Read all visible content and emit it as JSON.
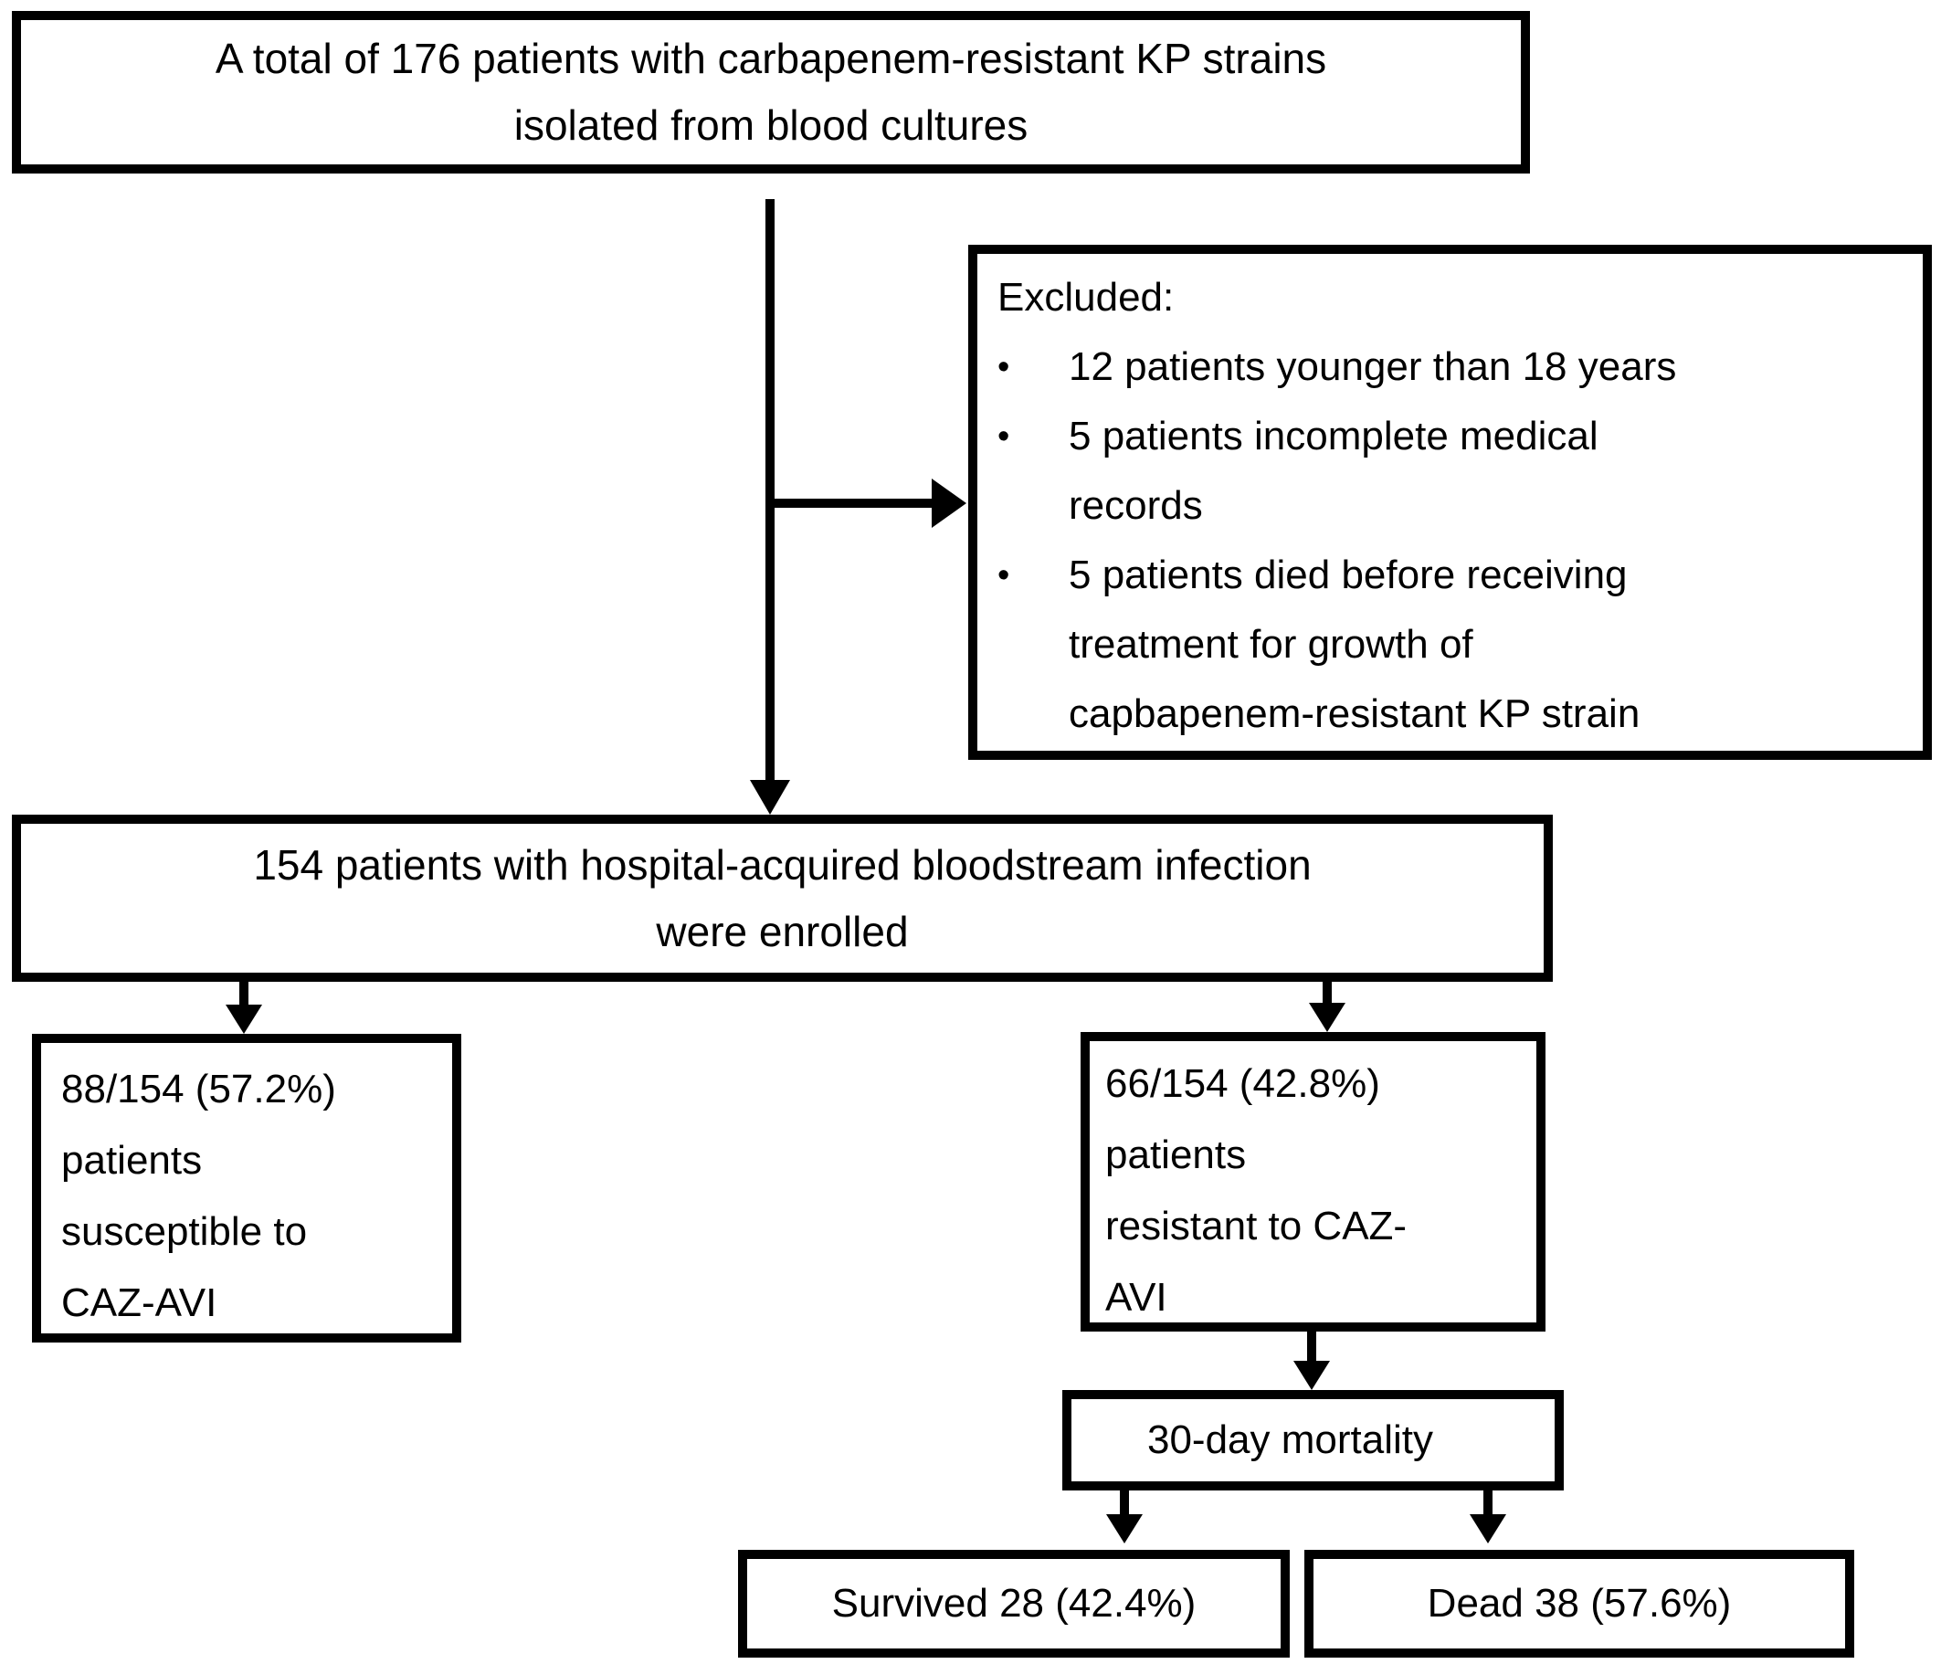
{
  "colors": {
    "ink": "#000000",
    "background": "#ffffff"
  },
  "flowchart": {
    "total_box": {
      "line1": "A total of 176 patients with carbapenem-resistant KP strains",
      "line2": "isolated from blood cultures"
    },
    "excluded_box": {
      "heading": "Excluded:",
      "bullet_char": "•",
      "items": [
        {
          "lines": [
            "12 patients younger than 18 years"
          ]
        },
        {
          "lines": [
            "5 patients incomplete medical",
            "records"
          ]
        },
        {
          "lines": [
            "5 patients died before receiving",
            "treatment for growth of",
            "capbapenem-resistant KP strain"
          ]
        }
      ]
    },
    "enrolled_box": {
      "line1": "154 patients with hospital-acquired bloodstream infection",
      "line2": "were enrolled"
    },
    "susceptible_box": {
      "line1": "88/154 (57.2%)",
      "line2": "patients",
      "line3": "susceptible to",
      "line4": "CAZ-AVI"
    },
    "resistant_box": {
      "line1": "66/154 (42.8%)",
      "line2": "patients",
      "line3": "resistant to CAZ-",
      "line4": "AVI"
    },
    "mortality_box": {
      "label": "30-day mortality"
    },
    "outcome_boxes": {
      "survived": "Survived 28 (42.4%)",
      "dead": "Dead 38 (57.6%)"
    }
  }
}
